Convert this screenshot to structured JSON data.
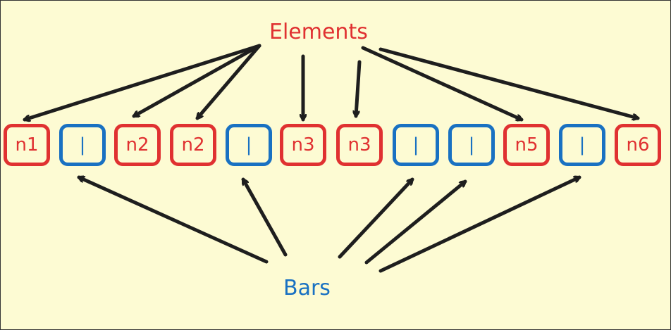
{
  "labels": {
    "elements": "Elements",
    "bars": "Bars"
  },
  "colors": {
    "element": "#e03131",
    "bar": "#1971c2",
    "background": "#fdfbd3",
    "arrow": "#1e1e1e"
  },
  "cells": [
    {
      "kind": "element",
      "text": "n1"
    },
    {
      "kind": "bar",
      "text": "|"
    },
    {
      "kind": "element",
      "text": "n2"
    },
    {
      "kind": "element",
      "text": "n2"
    },
    {
      "kind": "bar",
      "text": "|"
    },
    {
      "kind": "element",
      "text": "n3"
    },
    {
      "kind": "element",
      "text": "n3"
    },
    {
      "kind": "bar",
      "text": "|"
    },
    {
      "kind": "bar",
      "text": "|"
    },
    {
      "kind": "element",
      "text": "n5"
    },
    {
      "kind": "bar",
      "text": "|"
    },
    {
      "kind": "element",
      "text": "n6"
    }
  ]
}
